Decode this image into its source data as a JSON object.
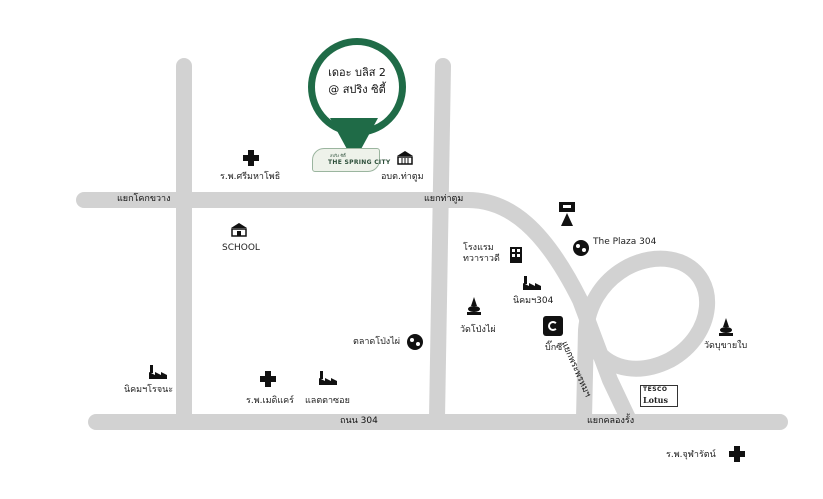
{
  "pin": {
    "line1": "เดอะ บลิส 2",
    "line2": "@ สปริง ซิตี้",
    "logo_small": "สปริง ซิตี้",
    "logo_big": "THE SPRING CITY"
  },
  "roads": {
    "north_junction_west": "แยกโคกขวาง",
    "north_junction_east": "แยกท่าตูม",
    "south_road": "ถนน 304",
    "south_junction_east": "แยกคลองรั้ง",
    "bypass": "แยกพระพรหมฯ"
  },
  "places": {
    "hospital_north": "ร.พ.ศรีมหาโพธิ",
    "district_office": "อบต.ท่าตูม",
    "school": "SCHOOL",
    "hotel": "โรงแรม\nทวาราวดี",
    "the_plaza": "The Plaza 304",
    "nikom_304": "นิคมฯ304",
    "wat_pong_phai": "วัดโป่งไผ่",
    "market_pong_phai": "ตลาดโป่งไผ่",
    "big_c": "บิ๊กซี",
    "wat_bu_yai": "วัดบุขายใบ",
    "nikom_rojana": "นิคมฯโรจนะ",
    "hospital_medicare": "ร.พ.เมดิแคร์",
    "lat_ta_soi": "แลตตาซอย",
    "hospital_jufaras": "ร.พ.จุฬารัตน์"
  },
  "logos": {
    "tesco_top": "TESCO",
    "tesco_bottom": "Lotus"
  },
  "colors": {
    "road": "#d2d2d2",
    "pin": "#1f6b47",
    "icon": "#111111"
  },
  "icons": [
    "hospital-cross-icon",
    "government-building-icon",
    "school-building-icon",
    "hotel-building-icon",
    "factory-icon",
    "temple-icon",
    "market-icon",
    "big-c-logo-icon",
    "tesco-lotus-logo-icon",
    "plaza-logo-icon"
  ]
}
